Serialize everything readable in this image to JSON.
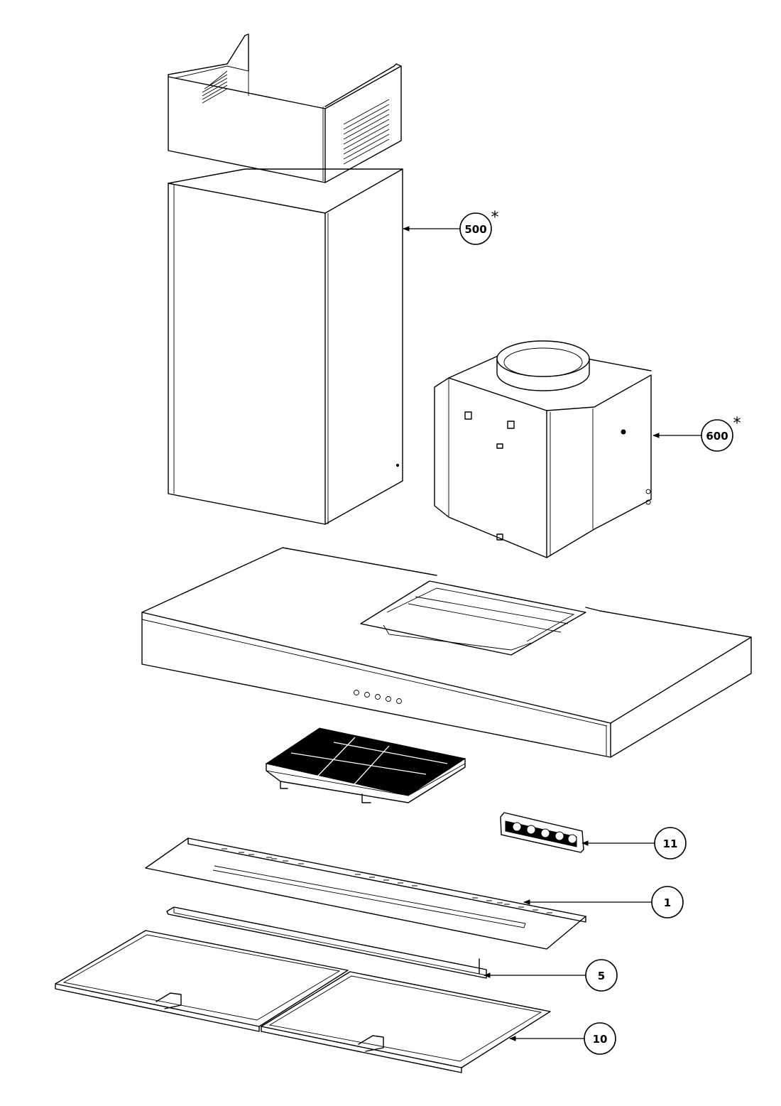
{
  "callouts": [
    {
      "id": "chimney-cover",
      "label": "500",
      "star": "*"
    },
    {
      "id": "motor-housing",
      "label": "600",
      "star": "*"
    },
    {
      "id": "control-module",
      "label": "11",
      "star": ""
    },
    {
      "id": "lower-panel",
      "label": "1",
      "star": ""
    },
    {
      "id": "light-bar",
      "label": "5",
      "star": ""
    },
    {
      "id": "grease-filter",
      "label": "10",
      "star": ""
    }
  ],
  "control_buttons": 5
}
